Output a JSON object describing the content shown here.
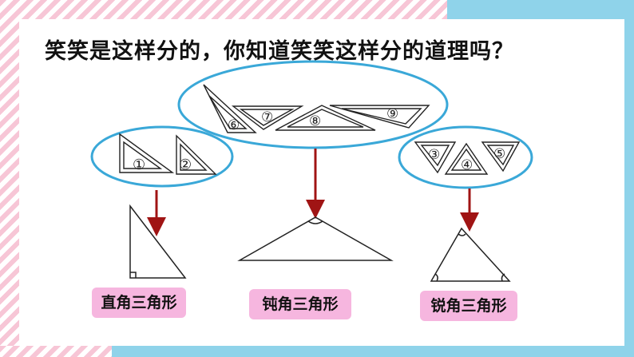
{
  "title": "笑笑是这样分的，你知道笑笑这样分的道理吗？",
  "pieces": [
    "①",
    "②",
    "③",
    "④",
    "⑤",
    "⑥",
    "⑦",
    "⑧",
    "⑨"
  ],
  "labels": {
    "right": "直角三角形",
    "obtuse": "钝角三角形",
    "acute": "锐角三角形"
  },
  "colors": {
    "ellipse": "#3aa8d8",
    "arrow": "#a01414",
    "label_bg": "#f6b6df",
    "frame_blue": "#8fd3ea",
    "frame_pink": "#f7c6d6"
  }
}
